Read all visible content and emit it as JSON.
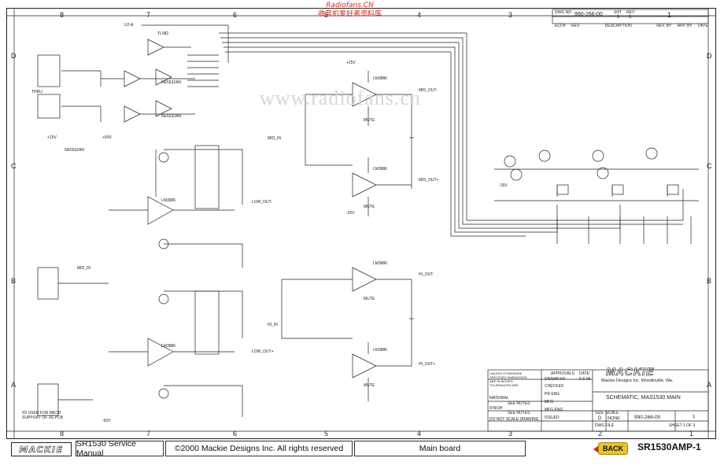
{
  "watermark": {
    "top_line1": "Radiofans.CN",
    "top_line2": "收音机爱好者资料库",
    "center": "www.radiofans.cn"
  },
  "zones": {
    "columns": [
      "8",
      "7",
      "6",
      "5",
      "4",
      "3",
      "2",
      "1"
    ],
    "rows": [
      "D",
      "C",
      "B",
      "A"
    ]
  },
  "title_block": {
    "dwg_no_label": "DWG NO",
    "dwg_no": "990-266-00",
    "sheet_label": "SHT",
    "sheet": "1",
    "rev_label": "REV",
    "rev": "1",
    "header_cols": [
      "ECO#",
      "REV.",
      "DESCRIPTION",
      "REV. BY",
      "APP. BY",
      "DATE"
    ],
    "notes": "UNLESS OTHERWISE SPECIFIED DIMENSIONS ARE IN INCHES TOLERANCES ARE:",
    "approvals_label": "APPROVALS",
    "date_label": "DATE",
    "drawn_label": "DRAWN",
    "drawn_by": "KF",
    "drawn_date": "5-6-99",
    "checked_label": "CHECKED",
    "material_label": "MATERIAL",
    "material_value": "SEE NOTES",
    "finish_label": "FINISH",
    "finish_value": "SEE NOTES",
    "pr_eng_label": "PR ENG",
    "mfg_label": "MFG",
    "mfg_eng_label": "MFG ENG",
    "issued_label": "ISSUED",
    "do_not_scale": "DO NOT SCALE DRAWING",
    "company_logo": "MACKIE",
    "company": "Mackie Designs Inc. Woodinville, Wa.",
    "title": "SCHEMATIC, MAS1530 MAIN",
    "size_label": "SIZE",
    "size": "D",
    "scale_label": "SCALE",
    "scale": "NONE",
    "part_no": "990-266-00",
    "rev_short": "1",
    "dwg_file_label": "DWG FILE",
    "sheet_of": "SHEET 1 OF 3"
  },
  "schematic_labels": {
    "ic_top": "U2-A",
    "u3a": "LM3886",
    "u3b": "LM3886",
    "u5": "LM3886",
    "u6": "LM3886",
    "u7": "LM3886",
    "u8": "LM3886",
    "ne5532": "NE5532AN",
    "tl082": "TL082",
    "mid_in": "MID_IN",
    "hi_in": "HI_IN",
    "low_out_plus": "LOW_OUT+",
    "low_out_minus": "LOW_OUT-",
    "mid_out_plus": "MID_OUT+",
    "mid_out_minus": "MID_OUT-",
    "hi_out_plus": "HI_OUT+",
    "hi_out_minus": "HI_OUT-",
    "mute": "MUTE",
    "v_pos25": "+25V",
    "v_neg25": "-25V",
    "v_pos50": "+50V",
    "v_neg50": "-50V",
    "v_pos15": "+15V",
    "v_neg15": "-15V",
    "mech_support": "X5 USED FOR MECH SUPPORT OF 2G PCB",
    "thru": "THRU"
  },
  "footer": {
    "brand": "MACKIE",
    "manual": "SR1530 Service Manual",
    "copyright": "©2000 Mackie Designs Inc. All rights reserved",
    "section": "Main board",
    "back": "BACK",
    "model": "SR1530AMP-1"
  }
}
